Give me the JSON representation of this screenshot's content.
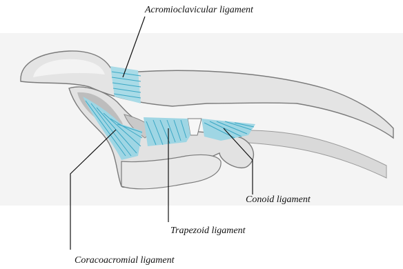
{
  "labels": {
    "acromioclavicular": "Acromioclavicular ligament",
    "conoid": "Conoid ligament",
    "trapezoid": "Trapezoid ligament",
    "coracoacromial": "Coracoacromial ligament"
  },
  "colors": {
    "bone_fill": "#e4e4e4",
    "bone_shadow": "#c6c6c6",
    "bone_outline": "#7a7a7a",
    "ligament": "#7cc9dc",
    "ligament_stroke": "#3aa7c4",
    "leader_line": "#111111"
  }
}
